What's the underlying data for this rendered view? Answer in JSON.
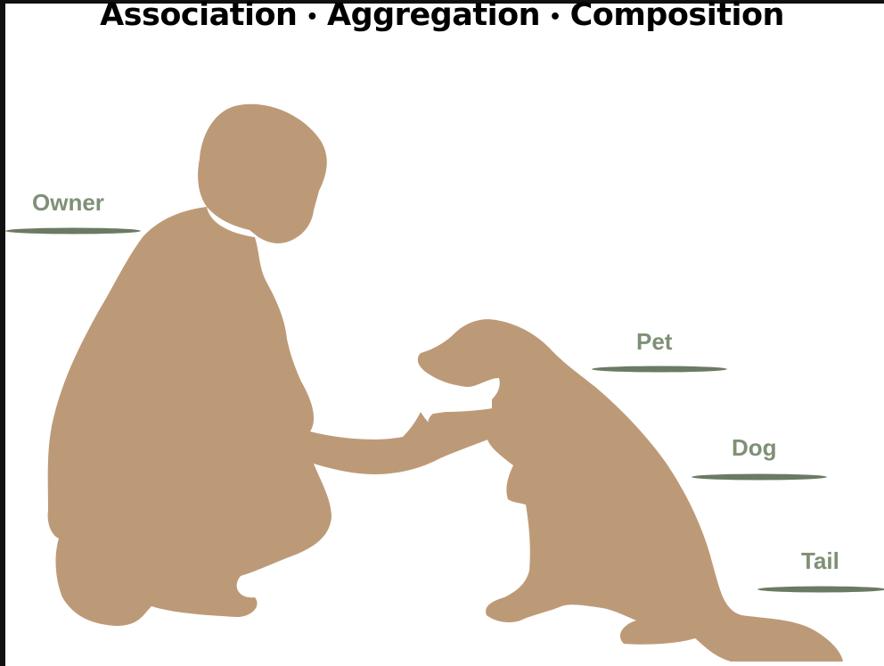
{
  "title": {
    "part1": "Association",
    "part2": "Aggregation",
    "part3": "Composition",
    "separator": "•"
  },
  "labels": {
    "owner": "Owner",
    "pet": "Pet",
    "dog": "Dog",
    "tail": "Tail"
  },
  "colors": {
    "silhouette": "#bd9a77",
    "label_text": "#7f9077",
    "label_line": "#6b7a63",
    "frame": "#111111",
    "background": "#ffffff"
  }
}
